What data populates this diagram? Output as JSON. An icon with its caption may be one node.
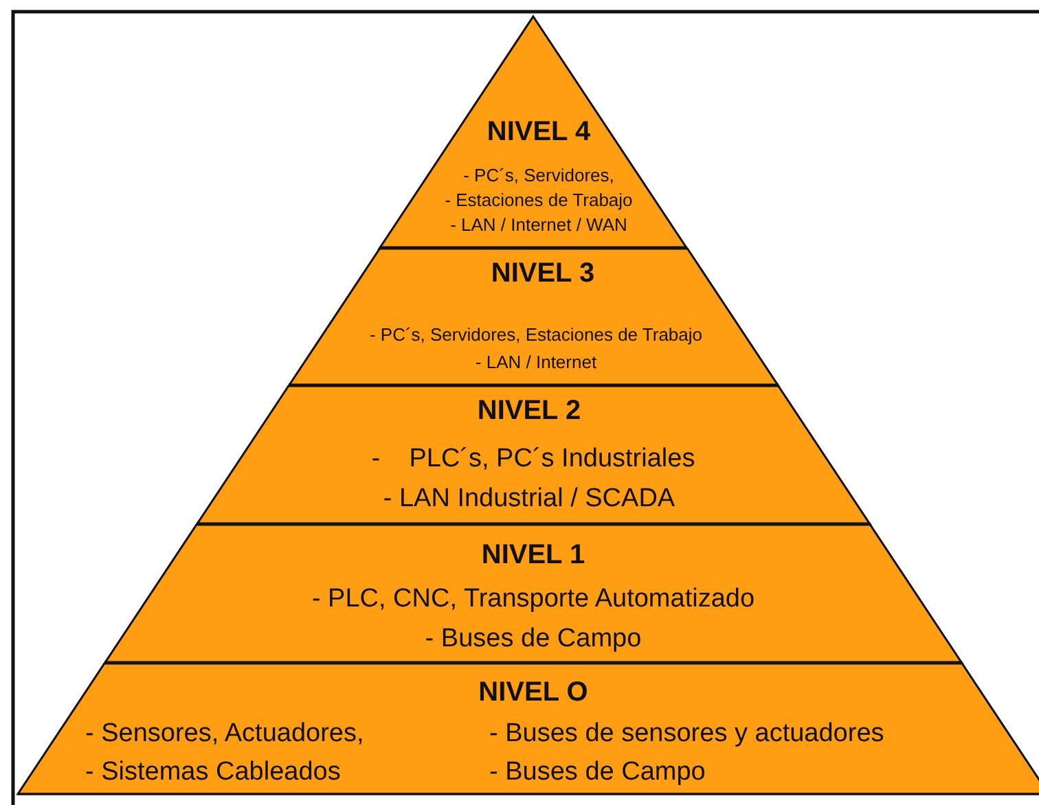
{
  "diagram": {
    "nodes": [
      {
        "text": [
          "NIVEL 4",
          "- PC´s, Servidores,",
          "- Estaciones de Trabajo",
          "- LAN / Internet / WAN"
        ]
      },
      {
        "text": [
          "NIVEL 3",
          "- PC´s, Servidores, Estaciones de Trabajo",
          "- LAN / Internet"
        ]
      },
      {
        "text": [
          "NIVEL 2",
          "-    PLC´s, PC´s Industriales",
          "- LAN Industrial / SCADA"
        ]
      },
      {
        "text": [
          "NIVEL 1",
          "- PLC, CNC, Transporte Automatizado",
          "- Buses de Campo"
        ]
      },
      {
        "text": [
          "NIVEL O",
          "- Sensores, Actuadores,",
          "- Buses de sensores y actuadores",
          "- Sistemas Cableados",
          "- Buses de Campo"
        ]
      }
    ]
  }
}
